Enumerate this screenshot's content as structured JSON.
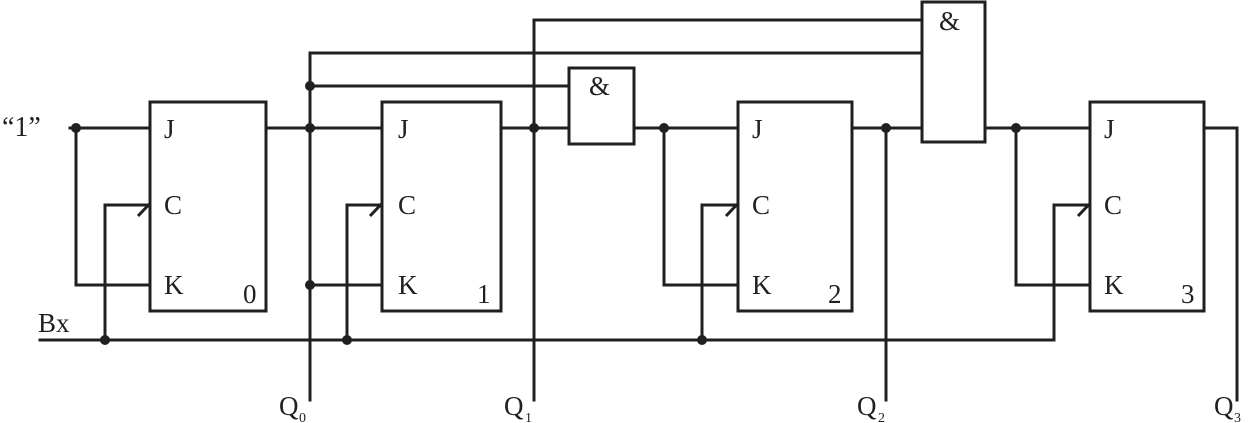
{
  "input_one_label": "“1”",
  "clock_input_label": "Bx",
  "flip_flops": [
    {
      "j": "J",
      "c": "C",
      "k": "K",
      "index": "0"
    },
    {
      "j": "J",
      "c": "C",
      "k": "K",
      "index": "1"
    },
    {
      "j": "J",
      "c": "C",
      "k": "K",
      "index": "2"
    },
    {
      "j": "J",
      "c": "C",
      "k": "K",
      "index": "3"
    }
  ],
  "gates": {
    "and_small": "&",
    "and_large": "&"
  },
  "outputs": [
    {
      "name": "Q",
      "sub": "0"
    },
    {
      "name": "Q",
      "sub": "1"
    },
    {
      "name": "Q",
      "sub": "2"
    },
    {
      "name": "Q",
      "sub": "3"
    }
  ]
}
